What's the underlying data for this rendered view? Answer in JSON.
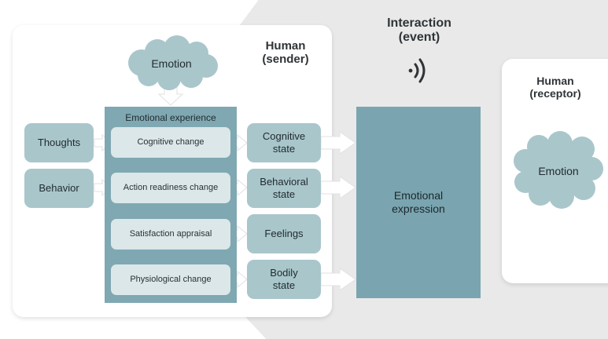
{
  "headings": {
    "sender": "Human\n(sender)",
    "interaction": "Interaction\n(event)",
    "receptor": "Human\n(receptor)"
  },
  "sender_cloud": {
    "label": "Emotion"
  },
  "receptor_cloud": {
    "label": "Emotion"
  },
  "inputs": {
    "thoughts": "Thoughts",
    "behavior": "Behavior"
  },
  "experience": {
    "title": "Emotional experience",
    "items": [
      "Cognitive change",
      "Action readiness change",
      "Satisfaction appraisal",
      "Physiological change"
    ]
  },
  "states": [
    "Cognitive\nstate",
    "Behavioral\nstate",
    "Feelings",
    "Bodily\nstate"
  ],
  "expression": {
    "label": "Emotional\nexpression"
  },
  "icons": [
    "signal-icon",
    "cloud-icon",
    "arrow-icon"
  ],
  "colors": {
    "panel_dark": "#7fa8b2",
    "box_medium": "#a9c6cb",
    "pill_light": "#dbe7e8",
    "background_gray": "#e9e9e9"
  }
}
